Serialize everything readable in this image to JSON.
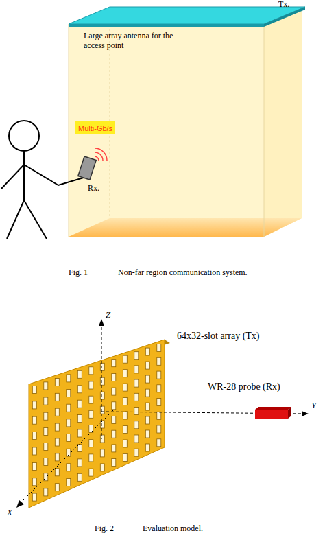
{
  "diagram": {
    "nodes": [
      {
        "text": [
          "Multi-Gb/s"
        ]
      }
    ],
    "labels": [
      "Tx.",
      "Large array antenna for the access point",
      "Rx.",
      "Fig. 1",
      "Non-far region communication system.",
      "Z",
      "64x32-slot array (Tx)",
      "WR-28 probe (Rx)",
      "X",
      "Y",
      "Fig. 2",
      "Evaluation model."
    ]
  }
}
